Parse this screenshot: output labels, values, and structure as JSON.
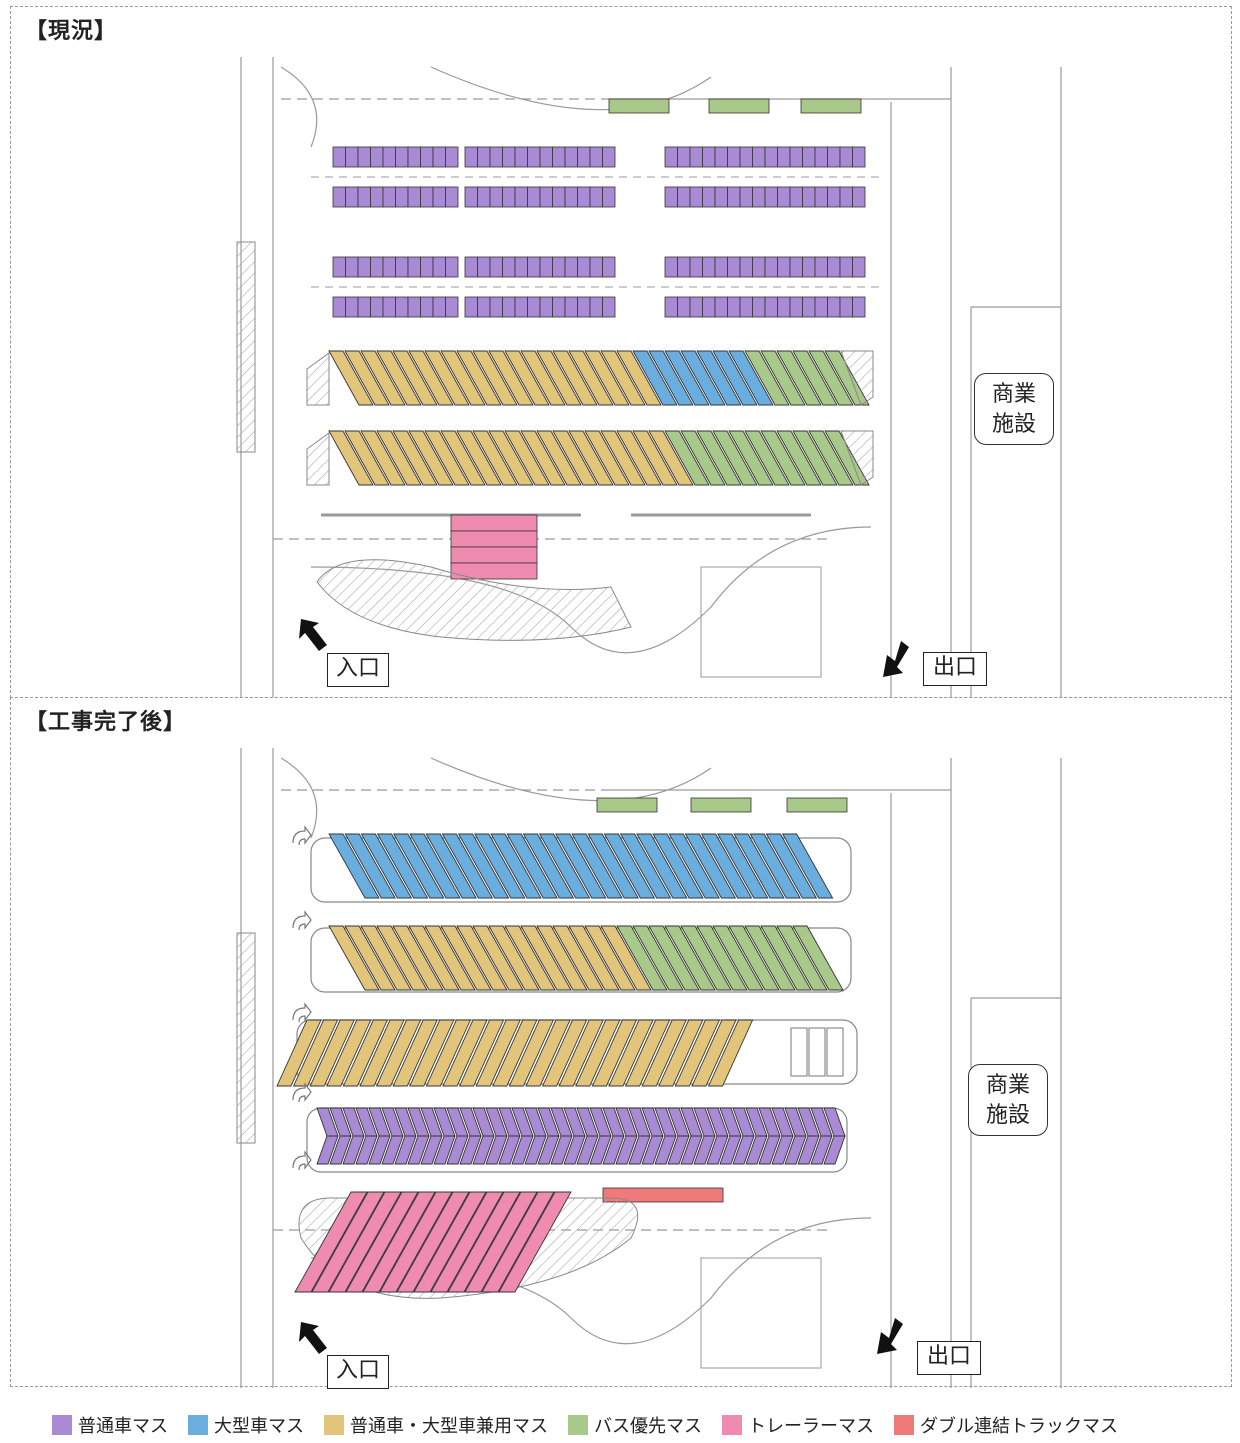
{
  "panels": {
    "top": {
      "title": "【現況】",
      "entrance_label": "入口",
      "exit_label": "出口",
      "facility_label_line1": "商業",
      "facility_label_line2": "施設"
    },
    "bottom": {
      "title": "【工事完了後】",
      "entrance_label": "入口",
      "exit_label": "出口",
      "facility_label_line1": "商業",
      "facility_label_line2": "施設"
    }
  },
  "legend": [
    {
      "label": "普通車マス",
      "color": "#a98ad4"
    },
    {
      "label": "大型車マス",
      "color": "#6aaee0"
    },
    {
      "label": "普通車・大型車兼用マス",
      "color": "#e2c47a"
    },
    {
      "label": "バス優先マス",
      "color": "#a9c98a"
    },
    {
      "label": "トレーラーマス",
      "color": "#f08bb0"
    },
    {
      "label": "ダブル連結トラックマス",
      "color": "#f07a7a"
    }
  ]
}
